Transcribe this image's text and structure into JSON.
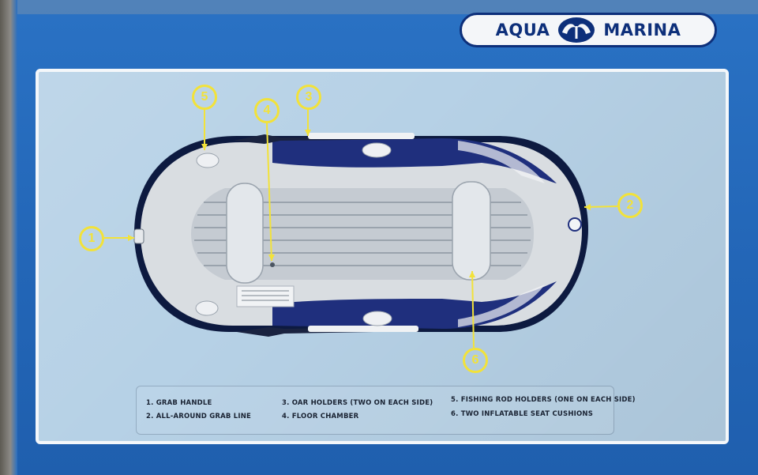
{
  "brand": {
    "left_text": "AQUA",
    "right_text": "MARINA",
    "icon": "aqua-marina-emblem-icon"
  },
  "callouts": [
    {
      "number": "1"
    },
    {
      "number": "2"
    },
    {
      "number": "3"
    },
    {
      "number": "4"
    },
    {
      "number": "5"
    },
    {
      "number": "6"
    }
  ],
  "legend": [
    {
      "text": "1. GRAB HANDLE"
    },
    {
      "text": "2. ALL-AROUND GRAB LINE"
    },
    {
      "text": "3. OAR HOLDERS (TWO ON EACH SIDE)"
    },
    {
      "text": "4. FLOOR CHAMBER"
    },
    {
      "text": "5. FISHING ROD HOLDERS (ONE ON EACH SIDE)"
    },
    {
      "text": "6. TWO INFLATABLE SEAT CUSHIONS"
    }
  ],
  "colors": {
    "box_blue": "#2366b7",
    "panel_blue": "#b6d1e6",
    "boat_gray": "#d9dde1",
    "boat_navy": "#1f2f7d",
    "callout_yellow": "#f2e23a"
  }
}
